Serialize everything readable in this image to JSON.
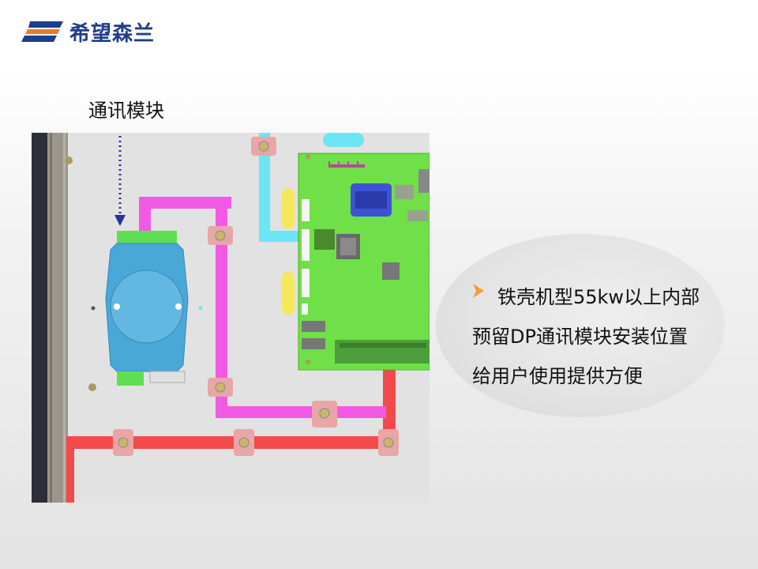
{
  "brand": {
    "name": "希望森兰",
    "mark_color": "#1f3d8a",
    "accent_color": "#e97b2e"
  },
  "diagram": {
    "module_label": "通讯模块",
    "icon": "communication-module-mounting-diagram"
  },
  "description": {
    "bullet_icon": "arrow-bullet-icon",
    "bullet_color": "#f0a030",
    "lines": [
      "铁壳机型55kw以上内部",
      "预留DP通讯模块安装位置",
      "给用户使用提供方便"
    ]
  }
}
